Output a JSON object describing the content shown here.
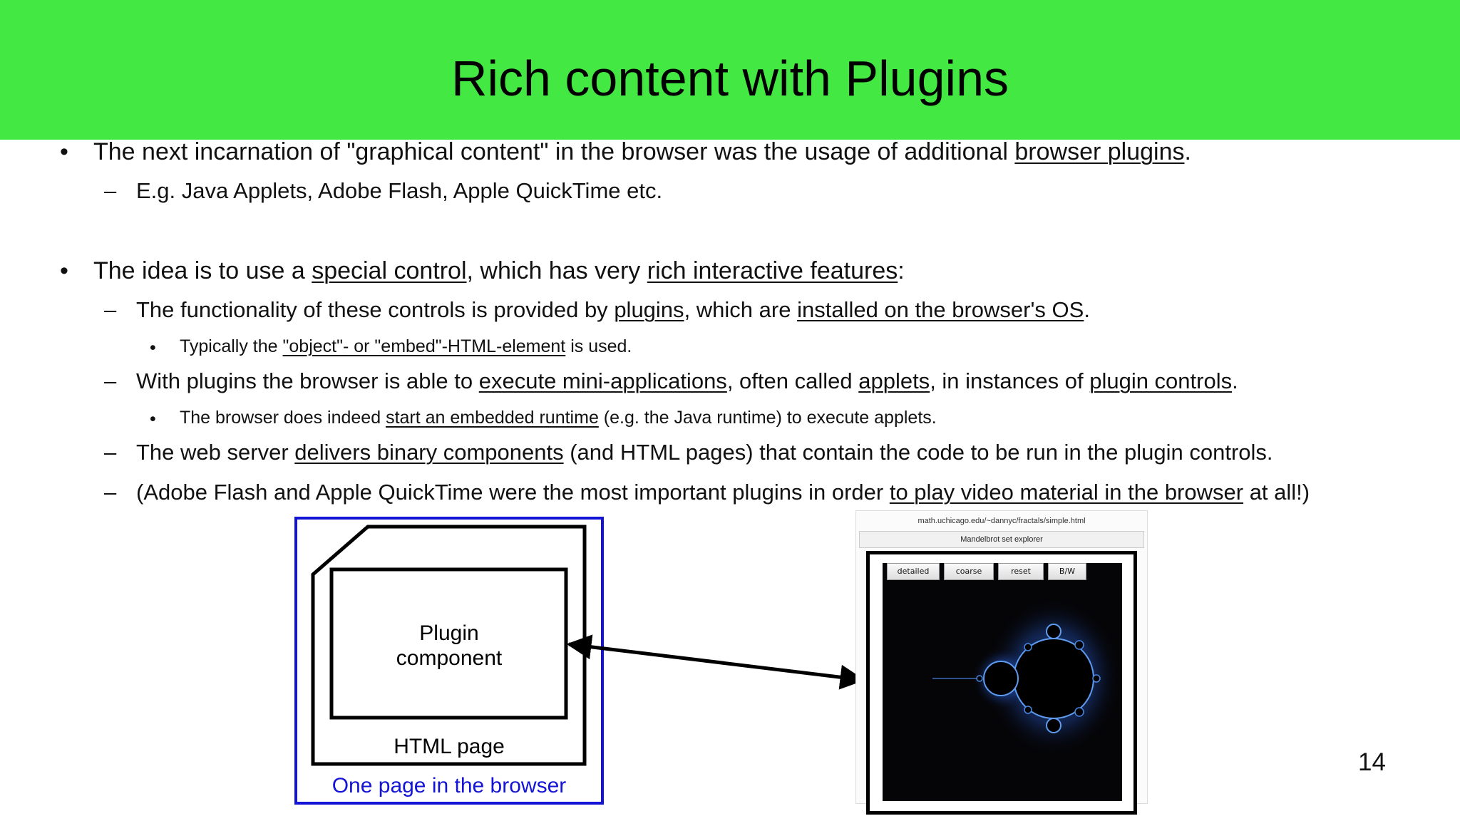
{
  "slide": {
    "title": "Rich content with Plugins",
    "page_number": "14",
    "colors": {
      "title_bar": "#44e842",
      "diagram_border": "#1414d6",
      "caption": "#1414d6"
    }
  },
  "bullets": {
    "b1": {
      "pre": "The next incarnation of \"graphical content\" in the browser was the usage of additional ",
      "u1": "browser plugins",
      "post": "."
    },
    "b1_1": {
      "text": "E.g. Java Applets, Adobe Flash, Apple QuickTime etc."
    },
    "b2": {
      "pre": "The idea is to use a ",
      "u1": "special control",
      "mid": ", which has very ",
      "u2": "rich interactive features",
      "post": ":"
    },
    "b2_1": {
      "pre": "The functionality of these controls is provided by ",
      "u1": "plugins",
      "mid": ", which are ",
      "u2": "installed on the browser's OS",
      "post": "."
    },
    "b2_1_1": {
      "pre": "Typically the ",
      "u1": "\"object\"- or \"embed\"-HTML-element",
      "post": " is used."
    },
    "b2_2": {
      "pre": "With plugins the browser is able to ",
      "u1": "execute mini-applications",
      "mid": ", often called ",
      "u2": "applets",
      "mid2": ", in instances of ",
      "u3": "plugin controls",
      "post": "."
    },
    "b2_2_1": {
      "pre": "The browser does indeed ",
      "u1": "start an embedded runtime",
      "post": " (e.g. the Java runtime) to execute applets."
    },
    "b2_3": {
      "pre": "The web server ",
      "u1": "delivers binary components",
      "post": " (and HTML pages) that contain the code to be run in the plugin controls."
    },
    "b2_4": {
      "pre": "(Adobe Flash and Apple QuickTime were the most important plugins in order ",
      "u1": "to play video material in the browser",
      "post": " at all!)"
    }
  },
  "markers": {
    "bullet": "•",
    "dash": "–"
  },
  "diagram": {
    "plugin_label_1": "Plugin",
    "plugin_label_2": "component",
    "html_page_label": "HTML page",
    "browser_caption": "One page in the browser"
  },
  "screenshot": {
    "url": "math.uchicago.edu/~dannyc/fractals/simple.html",
    "window_title": "Mandelbrot set explorer",
    "buttons": [
      "detailed",
      "coarse",
      "reset",
      "B/W"
    ]
  }
}
